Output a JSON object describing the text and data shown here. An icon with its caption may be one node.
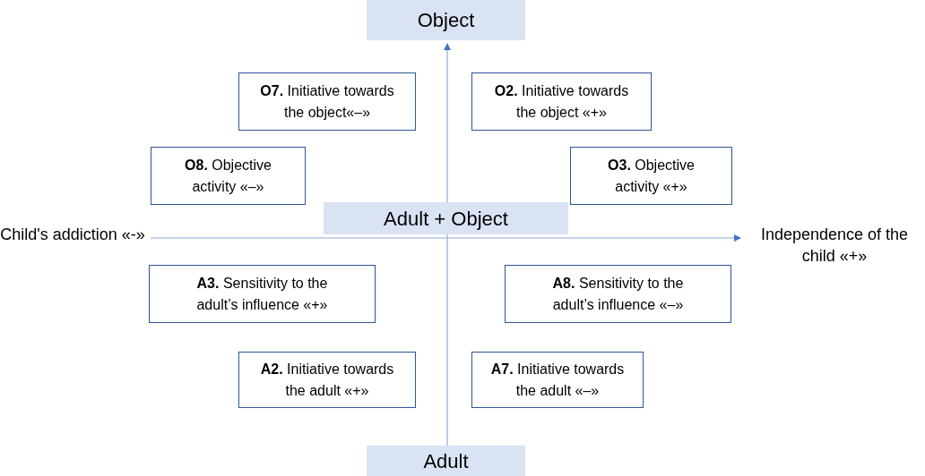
{
  "diagram": {
    "nodes": [
      {
        "text": [
          "Object"
        ]
      },
      {
        "text": [
          "**O7.** Initiative towards the object«–»"
        ]
      },
      {
        "text": [
          "**O2.** Initiative towards the object «+»"
        ]
      },
      {
        "text": [
          "**O8.** Objective activity «–»"
        ]
      },
      {
        "text": [
          "**O3.** Objective activity «+»"
        ]
      },
      {
        "text": [
          "Adult + Object"
        ]
      },
      {
        "text": [
          "Child's addiction «-»"
        ]
      },
      {
        "text": [
          "Independence of the child «+»"
        ]
      },
      {
        "text": [
          "**A3.** Sensitivity to the adult’s influence «+»"
        ]
      },
      {
        "text": [
          "**A8.** Sensitivity to the adult’s influence «–»"
        ]
      },
      {
        "text": [
          "**A2.** Initiative towards the adult «+»"
        ]
      },
      {
        "text": [
          "**A7.** Initiative towards the adult «–»"
        ]
      },
      {
        "text": [
          "Adult"
        ]
      }
    ],
    "edges": [
      {
        "from": 12,
        "to": 5,
        "arrow": "none"
      },
      {
        "from": 5,
        "to": 0,
        "arrow": "to"
      },
      {
        "from": 6,
        "to": 7,
        "arrow": "to"
      }
    ]
  }
}
